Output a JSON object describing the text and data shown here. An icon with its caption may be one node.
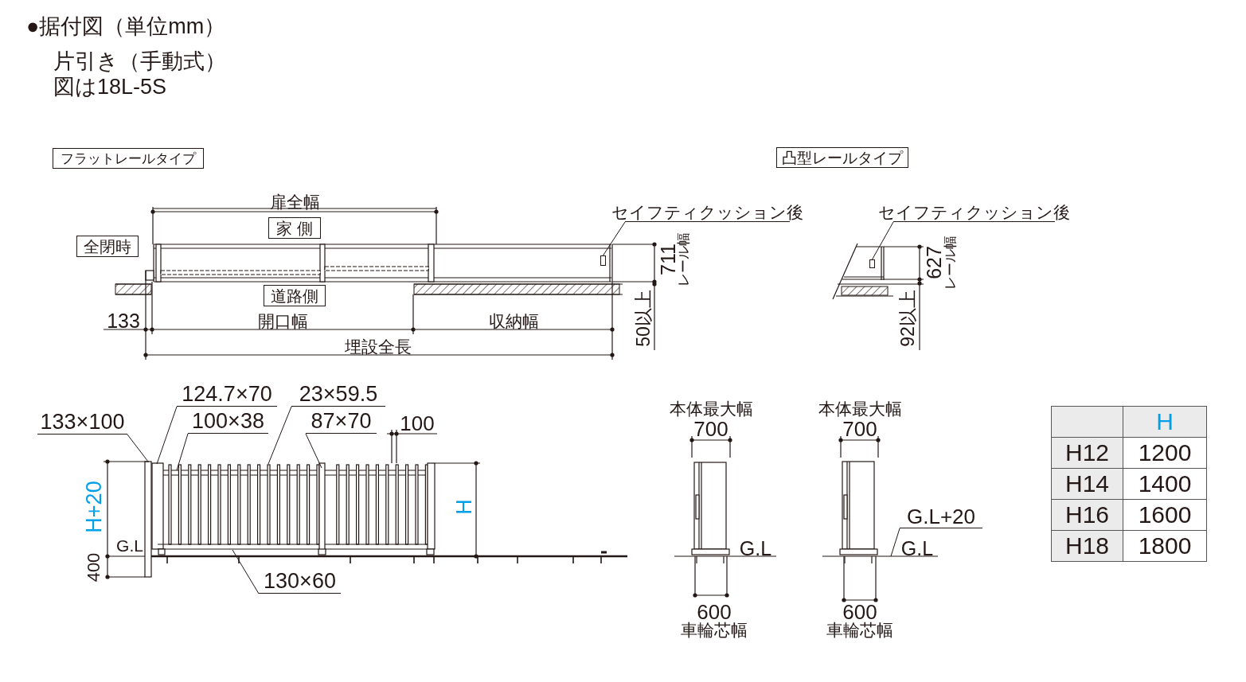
{
  "diagram": {
    "title": "●据付図（単位mm）",
    "nodes": [
      {
        "text": [
          "フラットレールタイプ"
        ]
      },
      {
        "text": [
          "凸型レールタイプ"
        ]
      },
      {
        "text": [
          "全閉時"
        ]
      },
      {
        "text": [
          "家 側"
        ]
      },
      {
        "text": [
          "道路側"
        ]
      },
      {
        "text": [
          "セイフティクッション後"
        ]
      },
      {
        "text": [
          "セイフティクッション後"
        ]
      },
      {
        "text": [
          "133×100"
        ]
      },
      {
        "text": [
          "124.7×70"
        ]
      },
      {
        "text": [
          "100×38"
        ]
      },
      {
        "text": [
          "23×59.5"
        ]
      },
      {
        "text": [
          "87×70"
        ]
      },
      {
        "text": [
          "130×60"
        ]
      },
      {
        "text": [
          "G.L+20"
        ]
      },
      {
        "text": [],
        "shape": "box"
      },
      {
        "text": [],
        "shape": "box"
      }
    ],
    "edges": [
      {
        "from": 5,
        "to": 14,
        "arrow": "none"
      },
      {
        "from": 6,
        "to": 15,
        "arrow": "none"
      },
      {
        "from": 7,
        "to": null,
        "arrow": "none"
      },
      {
        "from": 8,
        "to": null,
        "arrow": "none"
      },
      {
        "from": 9,
        "to": null,
        "arrow": "none"
      },
      {
        "from": 10,
        "to": null,
        "arrow": "none"
      },
      {
        "from": 11,
        "to": null,
        "arrow": "none"
      },
      {
        "from": 12,
        "to": null,
        "arrow": "none"
      },
      {
        "from": 13,
        "to": null,
        "arrow": "none"
      }
    ],
    "labels": [
      "片引き（手動式）",
      "図は18L-5S",
      "扉全幅",
      "711",
      "レール幅",
      "133",
      "開口幅",
      "収納幅",
      "50以上",
      "埋設全長",
      "627",
      "レール幅",
      "92以上",
      "100",
      "本体最大幅",
      "700",
      "本体最大幅",
      "700",
      "H+20",
      "G.L",
      "400",
      "H",
      "G.L",
      "G.L",
      "600",
      "車輪芯幅",
      "600",
      "車輪芯幅",
      "H",
      "H12",
      "1200",
      "H14",
      "1400",
      "H16",
      "1600",
      "H18",
      "1800"
    ]
  }
}
